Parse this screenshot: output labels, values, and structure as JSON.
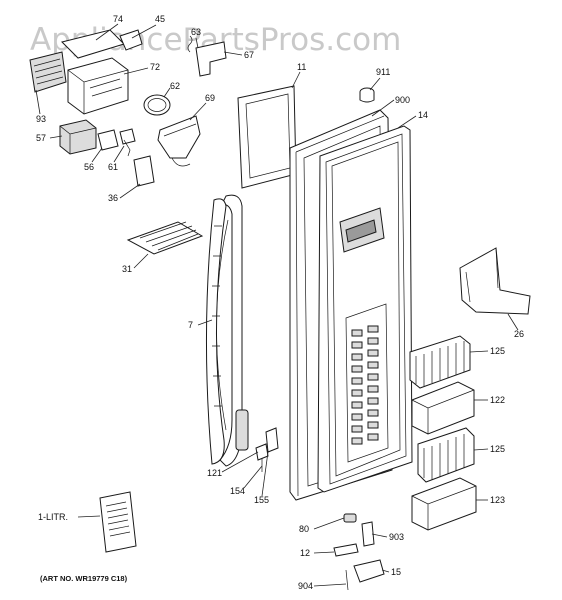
{
  "watermark": "AppliancePartsPros.com",
  "art_no": "(ART NO. WR19779 C18)",
  "parts": [
    {
      "id": "p74",
      "label": "74"
    },
    {
      "id": "p45",
      "label": "45"
    },
    {
      "id": "p63",
      "label": "63"
    },
    {
      "id": "p67",
      "label": "67"
    },
    {
      "id": "p72",
      "label": "72"
    },
    {
      "id": "p62",
      "label": "62"
    },
    {
      "id": "p69",
      "label": "69"
    },
    {
      "id": "p93",
      "label": "93"
    },
    {
      "id": "p57",
      "label": "57"
    },
    {
      "id": "p56",
      "label": "56"
    },
    {
      "id": "p61",
      "label": "61"
    },
    {
      "id": "p36",
      "label": "36"
    },
    {
      "id": "p11",
      "label": "11"
    },
    {
      "id": "p911",
      "label": "911"
    },
    {
      "id": "p900",
      "label": "900"
    },
    {
      "id": "p14",
      "label": "14"
    },
    {
      "id": "p31",
      "label": "31"
    },
    {
      "id": "p7",
      "label": "7"
    },
    {
      "id": "p26",
      "label": "26"
    },
    {
      "id": "p125a",
      "label": "125"
    },
    {
      "id": "p122",
      "label": "122"
    },
    {
      "id": "p125b",
      "label": "125"
    },
    {
      "id": "p123",
      "label": "123"
    },
    {
      "id": "p121",
      "label": "121"
    },
    {
      "id": "p154",
      "label": "154"
    },
    {
      "id": "p155",
      "label": "155"
    },
    {
      "id": "p1litr",
      "label": "1-LITR."
    },
    {
      "id": "p80",
      "label": "80"
    },
    {
      "id": "p903",
      "label": "903"
    },
    {
      "id": "p12",
      "label": "12"
    },
    {
      "id": "p15",
      "label": "15"
    },
    {
      "id": "p904",
      "label": "904"
    }
  ]
}
